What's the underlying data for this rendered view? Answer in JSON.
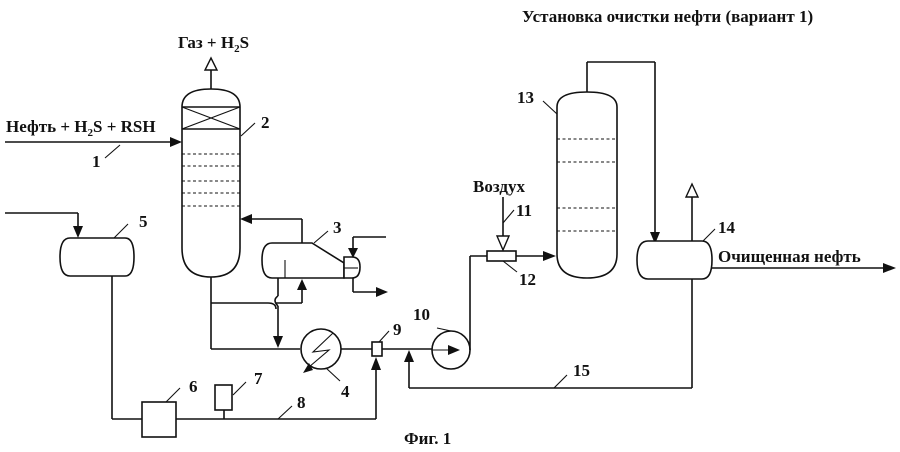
{
  "title": "Установка очистки нефти (вариант 1)",
  "caption": "Фиг. 1",
  "streams": {
    "feed": {
      "pre": "Нефть + H",
      "sub": "2",
      "post": "S + RSH"
    },
    "gas_out": {
      "pre": "Газ + H",
      "sub": "2",
      "post": "S"
    },
    "air": "Воздух",
    "product": "Очищенная нефть"
  },
  "callouts": {
    "n1": "1",
    "n2": "2",
    "n3": "3",
    "n4": "4",
    "n5": "5",
    "n6": "6",
    "n7": "7",
    "n8": "8",
    "n9": "9",
    "n10": "10",
    "n11": "11",
    "n12": "12",
    "n13": "13",
    "n14": "14",
    "n15": "15"
  },
  "equipment": [
    {
      "id": "2",
      "type": "column",
      "trays": 6,
      "packed_section": true
    },
    {
      "id": "3",
      "type": "reboiler"
    },
    {
      "id": "4",
      "type": "heat-exchanger"
    },
    {
      "id": "5",
      "type": "drum"
    },
    {
      "id": "6",
      "type": "block"
    },
    {
      "id": "7",
      "type": "block"
    },
    {
      "id": "9",
      "type": "mixer"
    },
    {
      "id": "10",
      "type": "pump"
    },
    {
      "id": "12",
      "type": "mixer"
    },
    {
      "id": "13",
      "type": "column",
      "trays": 4
    },
    {
      "id": "14",
      "type": "separator"
    }
  ]
}
